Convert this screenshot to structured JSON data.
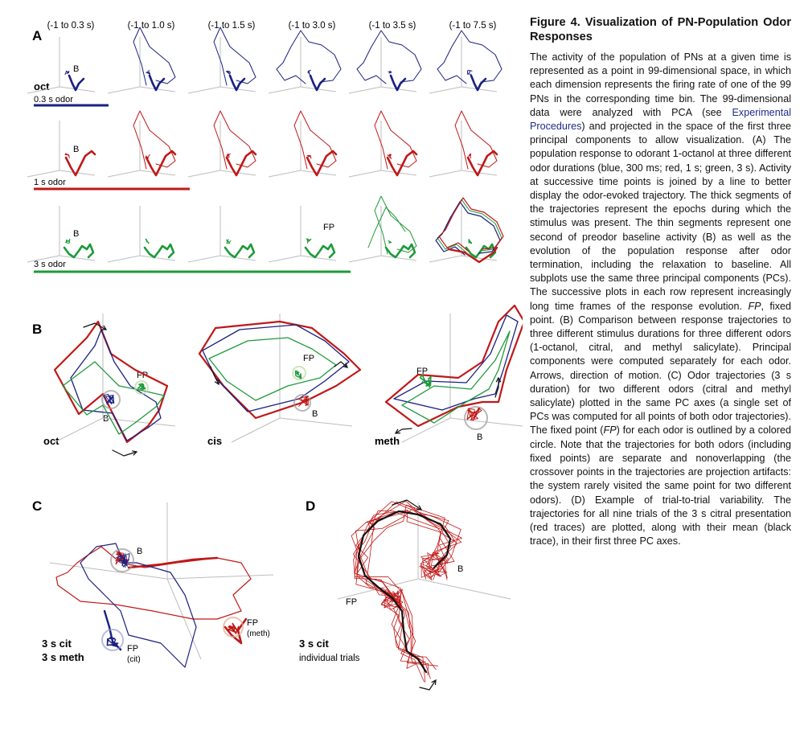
{
  "figure": {
    "panel_a": {
      "letter": "A",
      "column_headers": [
        "(-1 to 0.3 s)",
        "(-1 to 1.0 s)",
        "(-1 to 1.5 s)",
        "(-1 to 3.0 s)",
        "(-1 to 3.5 s)",
        "(-1 to 7.5 s)"
      ],
      "odor_label": "oct",
      "baseline_label": "B",
      "fp_label": "FP",
      "rows": [
        {
          "duration_label": "0.3 s odor",
          "color": "#1a2080"
        },
        {
          "duration_label": "1 s odor",
          "color": "#c01818"
        },
        {
          "duration_label": "3 s odor",
          "color": "#1e9a3a"
        }
      ]
    },
    "panel_b": {
      "letter": "B",
      "odor_labels": [
        "oct",
        "cis",
        "meth"
      ],
      "fp_label": "FP",
      "baseline_label": "B"
    },
    "panel_c": {
      "letter": "C",
      "label_line1": "3 s cit",
      "label_line2": "3 s meth",
      "baseline_label": "B",
      "fp_meth": "FP",
      "fp_meth_sub": "(meth)",
      "fp_cit": "FP",
      "fp_cit_sub": "(cit)"
    },
    "panel_d": {
      "letter": "D",
      "label_line1": "3 s cit",
      "label_line2": "individual trials",
      "fp_label": "FP",
      "baseline_label": "B"
    }
  },
  "caption": {
    "title": "Figure 4. Visualization of PN-Population Odor Responses",
    "body_before_link": "The activity of the population of PNs at a given time is represented as a point in 99-dimensional space, in which each dimension represents the firing rate of one of the 99 PNs in the corresponding time bin. The 99-dimensional data were analyzed with PCA (see ",
    "link_text": "Experimental Procedures",
    "body_after_link": ") and projected in the space of the first three principal components to allow visualization. (A) The population response to odorant 1-octanol at three different odor durations (blue, 300 ms; red, 1 s; green, 3 s). Activity at successive time points is joined by a line to better display the odor-evoked trajectory. The thick segments of the trajectories represent the epochs during which the stimulus was present. The thin segments represent one second of preodor baseline activity (B) as well as the evolution of the population response after odor termination, including the relaxation to baseline. All subplots use the same three principal components (PCs). The successive plots in each row represent increasingly long time frames of the response evolution. ",
    "fp_italic": "FP",
    "body_after_fp": ", fixed point. (B) Comparison between response trajectories to three different stimulus durations for three different odors (1-octanol, citral, and methyl salicylate). Principal components were computed separately for each odor. Arrows, direction of motion. (C) Odor trajectories (3 s duration) for two different odors (citral and methyl salicylate) plotted in the same PC axes (a single set of PCs was computed for all points of both odor trajectories). The fixed point (",
    "fp_italic_2": "FP",
    "body_end": ") for each odor is outlined by a colored circle. Note that the trajectories for both odors (including fixed points) are separate and nonoverlapping (the crossover points in the trajectories are projection artifacts: the system rarely visited the same point for two different odors). (D) Example of trial-to-trial variability. The trajectories for all nine trials of the 3 s citral presentation (red traces) are plotted, along with their mean (black trace), in their first three PC axes."
  },
  "colors": {
    "blue": "#1a2080",
    "red": "#c01818",
    "green": "#1e9a3a",
    "axis": "#bdbdbd",
    "link": "#1f2a8a"
  }
}
